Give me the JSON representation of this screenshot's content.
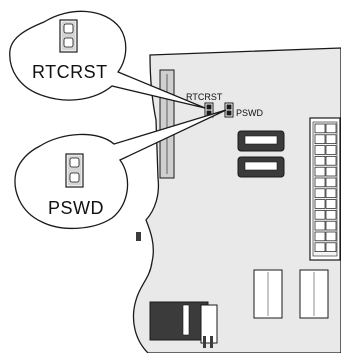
{
  "callouts": {
    "top_label": "RTCRST",
    "bottom_label": "PSWD"
  },
  "board_labels": {
    "rtcrst": "RTCRST",
    "pswd": "PSWD"
  },
  "colors": {
    "board_fill": "#e9e9e9",
    "outline": "#1a1a1a",
    "dark_component": "#3b3b3b",
    "connector_fill": "#ffffff",
    "background": "#ffffff"
  },
  "icons": {
    "top_callout_jumper": "two-pin-jumper-icon",
    "bottom_callout_jumper": "two-pin-jumper-icon"
  }
}
